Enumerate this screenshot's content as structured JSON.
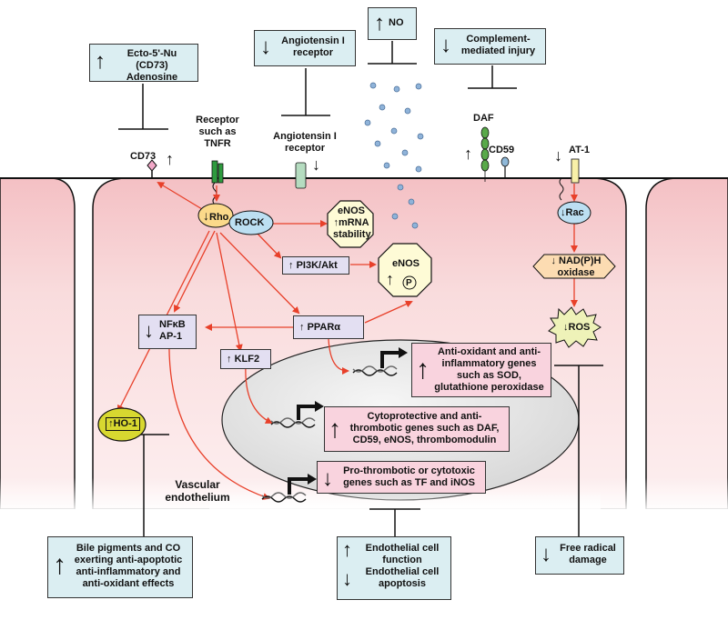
{
  "top": {
    "cd73_box": {
      "line1": "Ecto-5'-Nu (CD73)",
      "line2": "Adenosine"
    },
    "angiotensin_box": {
      "line1": "Angiotensin I",
      "line2": "receptor"
    },
    "no_box": "NO",
    "complement_box": {
      "line1": "Complement-",
      "line2": "mediated injury"
    }
  },
  "membrane": {
    "cd73": "CD73",
    "tnfr": {
      "line1": "Receptor",
      "line2": "such as",
      "line3": "TNFR"
    },
    "at_receptor": {
      "line1": "Angiotensin I",
      "line2": "receptor"
    },
    "daf": "DAF",
    "cd59": "CD59",
    "at1": "AT-1"
  },
  "cell": {
    "rho": "Rho",
    "rock": "ROCK",
    "enos_mrna": {
      "line1": "eNOS",
      "line2": "mRNA",
      "line3": "stability"
    },
    "pi3k": "PI3K/Akt",
    "enos_p": {
      "line1": "eNOS",
      "p": "P"
    },
    "nfkb": {
      "line1": "NFκB",
      "line2": "AP-1"
    },
    "klf2": "KLF2",
    "ppar": "PPARα",
    "ho1": "HO-1",
    "rac": "Rac",
    "nadph": {
      "line1": "NAD(P)H",
      "line2": "oxidase"
    },
    "ros": "ROS",
    "vascular": {
      "line1": "Vascular",
      "line2": "endothelium"
    }
  },
  "nucleus": {
    "antioxidant": {
      "line1": "Anti-oxidant and anti-",
      "line2": "inflammatory genes",
      "line3": "such as SOD,",
      "line4": "glutathione peroxidase"
    },
    "cytoprotective": {
      "line1": "Cytoprotective and anti-",
      "line2": "thrombotic genes such as DAF,",
      "line3": "CD59, eNOS, thrombomodulin"
    },
    "prothrombotic": {
      "line1": "Pro-thrombotic or cytotoxic",
      "line2": "genes such as TF and iNOS"
    }
  },
  "outcomes": {
    "bile": {
      "line1": "Bile pigments and CO",
      "line2": "exerting anti-apoptotic",
      "line3": "anti-inflammatory and",
      "line4": "anti-oxidant effects"
    },
    "endothelial": {
      "line1": "Endothelial cell",
      "line2": "function",
      "line3": "Endothelial cell",
      "line4": "apoptosis"
    },
    "free_radical": {
      "line1": "Free radical",
      "line2": "damage"
    }
  },
  "symbols": {
    "up": "↑",
    "down": "↓"
  },
  "colors": {
    "cell": "#f8d5d6",
    "arrow": "#e8402a",
    "blue_box": "#dbeef2",
    "lavender_box": "#e3dff2",
    "pink_box": "#f9d3de",
    "nucleus": "#e8e8e8",
    "ho1": "#d8d830",
    "rock": "#bcdff2"
  }
}
